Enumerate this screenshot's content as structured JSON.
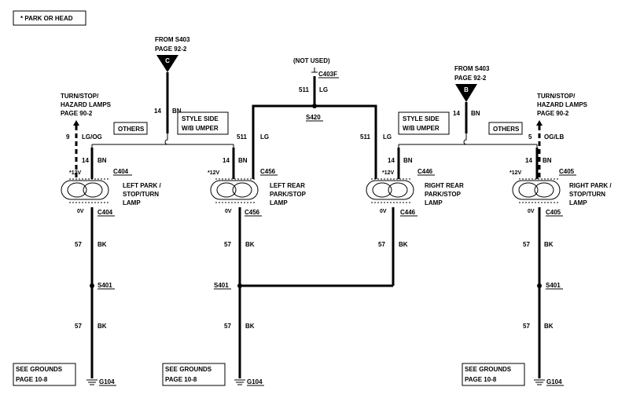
{
  "legend": "* PARK OR HEAD",
  "sources": {
    "c": {
      "letter": "C",
      "from": "FROM S403",
      "page": "PAGE 92-2",
      "gauge": "14",
      "color": "BN"
    },
    "b": {
      "letter": "B",
      "from": "FROM S403",
      "page": "PAGE 92-2",
      "gauge": "14",
      "color": "BN"
    }
  },
  "not_used": {
    "label": "(NOT USED)",
    "connector": "C403F",
    "gauge": "511",
    "color": "LG",
    "splice": "S420"
  },
  "turn_left": {
    "line1": "TURN/STOP/",
    "line2": "HAZARD LAMPS",
    "page": "PAGE 90-2",
    "gauge": "9",
    "color": "LG/OG"
  },
  "turn_right": {
    "line1": "TURN/STOP/",
    "line2": "HAZARD LAMPS",
    "page": "PAGE 90-2",
    "gauge": "5",
    "color": "OG/LB"
  },
  "option_boxes": {
    "others": "OTHERS",
    "style1": "STYLE SIDE",
    "style2": "W/B UMPER"
  },
  "lamps": [
    {
      "name1": "LEFT PARK /",
      "name2": "STOP/TURN",
      "name3": "LAMP",
      "conn_top": "C404",
      "conn_bot": "C404",
      "gauge": "14",
      "color": "BN",
      "v12": "*12V",
      "v0": "0V"
    },
    {
      "name1": "LEFT REAR",
      "name2": "PARK/STOP",
      "name3": "LAMP",
      "conn_top": "C456",
      "conn_bot": "C456",
      "gauge": "14",
      "color": "BN",
      "lg_gauge": "511",
      "lg_color": "LG",
      "v12": "*12V",
      "v0": "0V"
    },
    {
      "name1": "RIGHT REAR",
      "name2": "PARK/STOP",
      "name3": "LAMP",
      "conn_top": "C446",
      "conn_bot": "C446",
      "gauge": "14",
      "color": "BN",
      "lg_gauge": "511",
      "lg_color": "LG",
      "v12": "*12V",
      "v0": "0V"
    },
    {
      "name1": "RIGHT PARK /",
      "name2": "STOP/TURN",
      "name3": "LAMP",
      "conn_top": "C405",
      "conn_bot": "C405",
      "gauge": "14",
      "color": "BN",
      "v12": "*12V",
      "v0": "0V"
    }
  ],
  "ground": {
    "gauge": "57",
    "color": "BK",
    "splice": "S401",
    "ground_id": "G104",
    "see1": "SEE GROUNDS",
    "see2": "PAGE 10-8"
  }
}
